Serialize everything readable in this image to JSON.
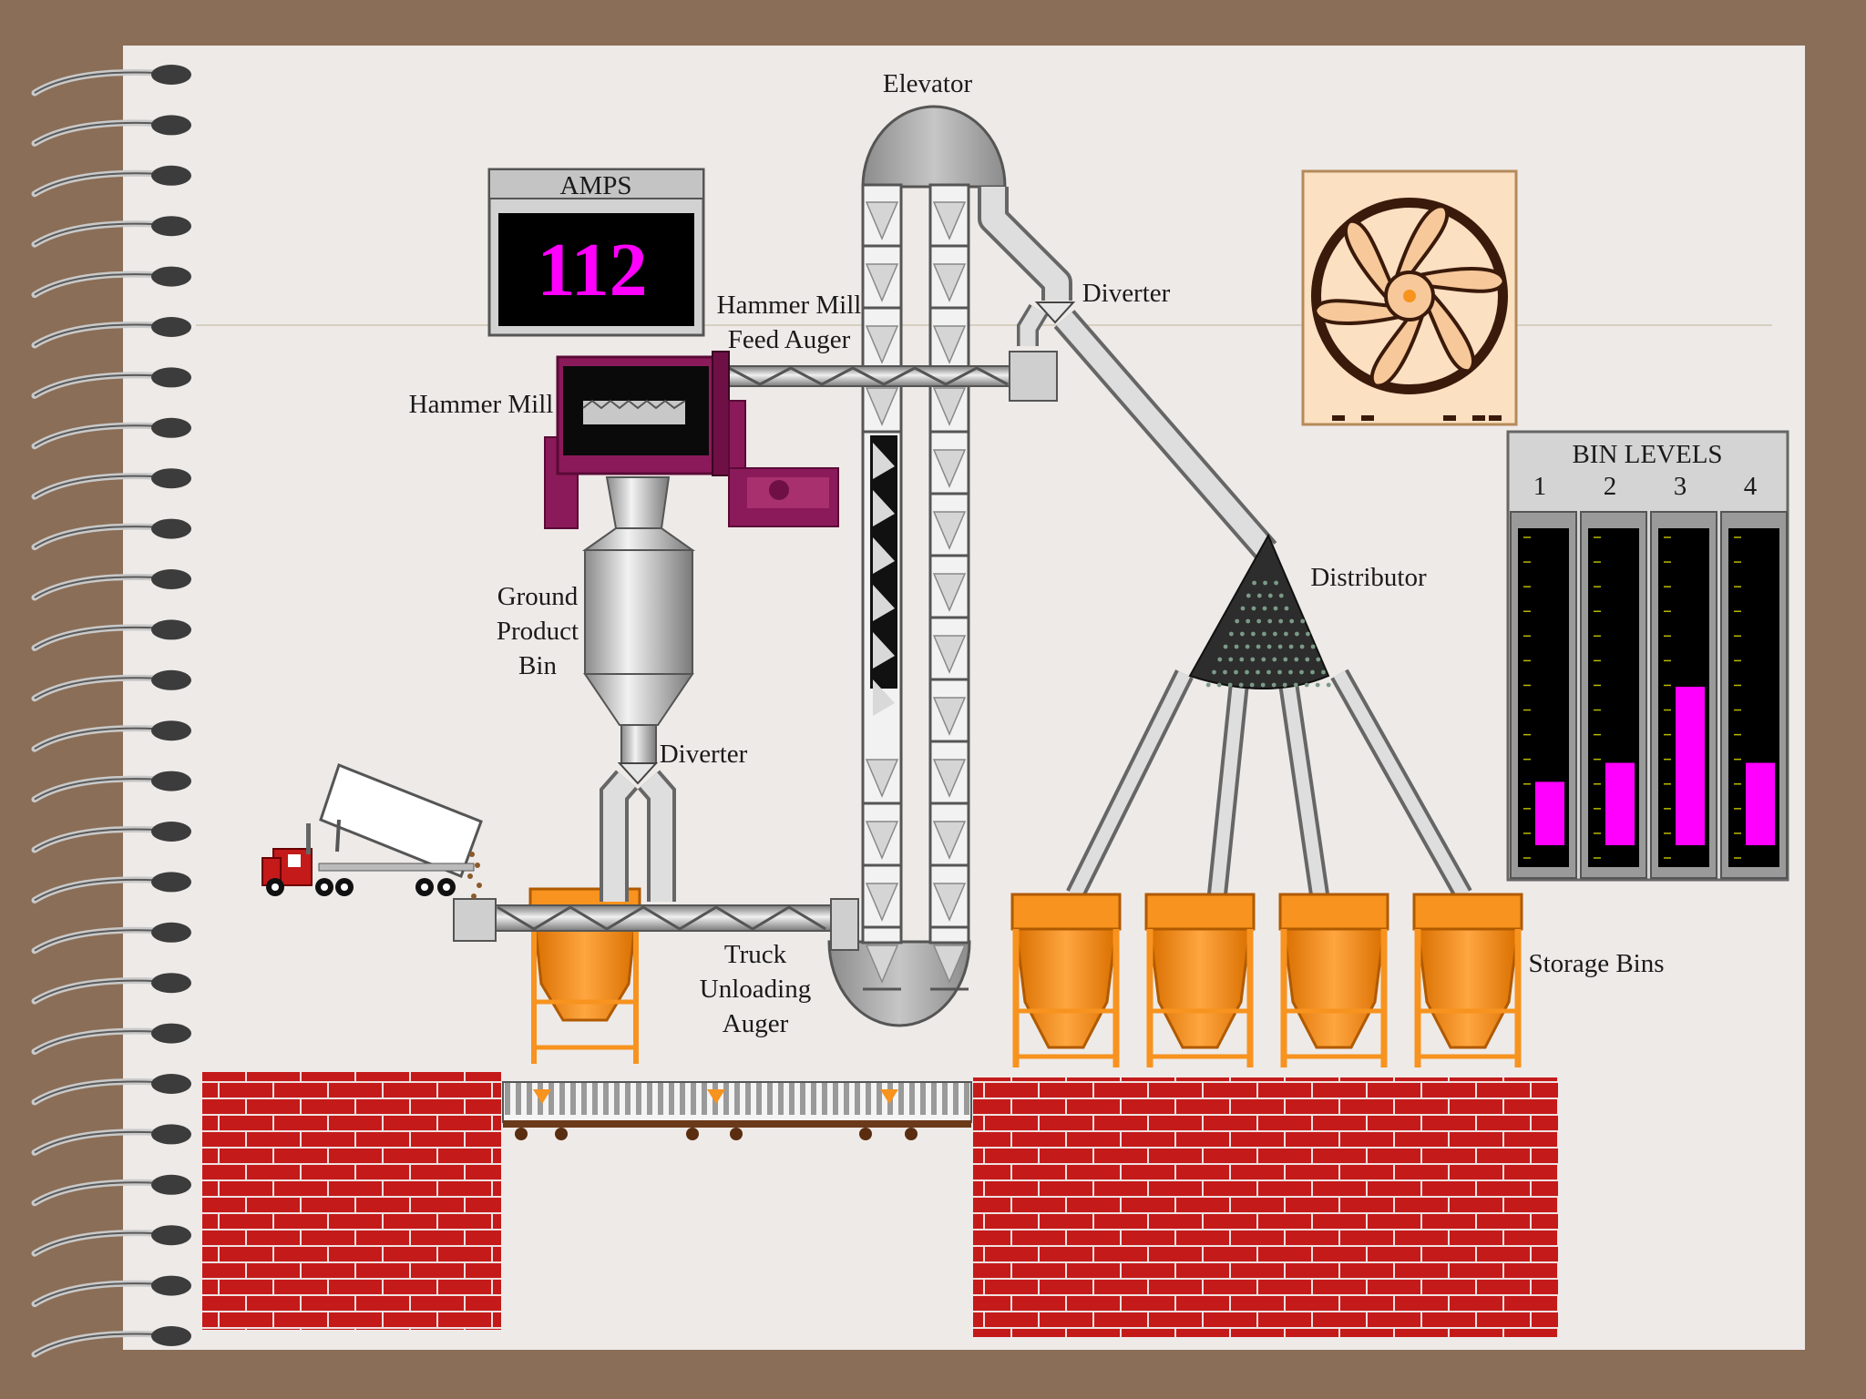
{
  "labels": {
    "elevator": "Elevator",
    "hammer_mill_feed_auger_line1": "Hammer Mill",
    "hammer_mill_feed_auger_line2": "Feed Auger",
    "hammer_mill": "Hammer Mill",
    "diverter_top": "Diverter",
    "ground_product_bin_line1": "Ground",
    "ground_product_bin_line2": "Product",
    "ground_product_bin_line3": "Bin",
    "diverter_bottom": "Diverter",
    "distributor": "Distributor",
    "truck_unloading_auger_line1": "Truck",
    "truck_unloading_auger_line2": "Unloading",
    "truck_unloading_auger_line3": "Auger",
    "storage_bins": "Storage Bins"
  },
  "amps_meter": {
    "title": "AMPS",
    "value": "112",
    "value_color": "#ff00ff"
  },
  "bin_levels": {
    "title": "BIN LEVELS",
    "bar_color": "#ff00ff",
    "bins": [
      {
        "label": "1",
        "level": 0.2
      },
      {
        "label": "2",
        "level": 0.26
      },
      {
        "label": "3",
        "level": 0.5
      },
      {
        "label": "4",
        "level": 0.26
      }
    ]
  },
  "colors": {
    "background": "#8b6e57",
    "paper": "#eeeae8",
    "brick": "#c41a1a",
    "storage_bin": "#f7931e",
    "hammer_mill": "#8b1a5a"
  }
}
